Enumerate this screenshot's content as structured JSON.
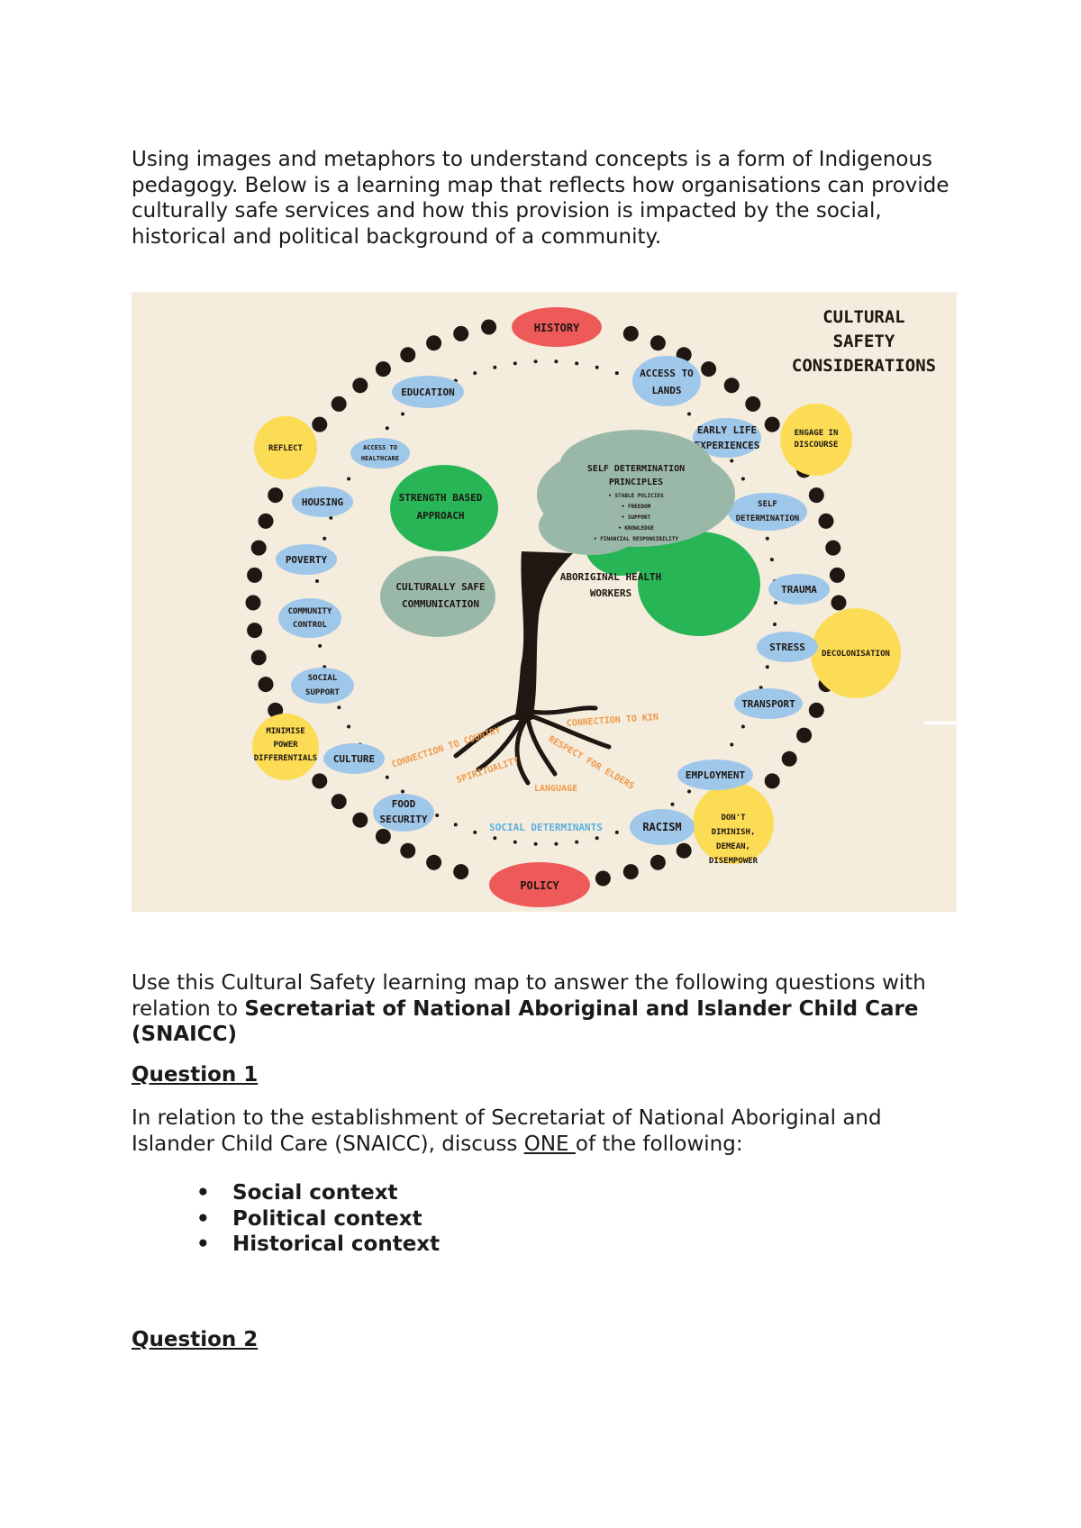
{
  "intro": "Using images and metaphors to understand concepts is a form of Indigenous pedagogy. Below is a learning map that reflects how organisations can provide culturally safe services and how this provision is impacted by the social, historical and political background of a community.",
  "map": {
    "title_lines": [
      "CULTURAL",
      "SAFETY",
      "CONSIDERATIONS"
    ],
    "history": "HISTORY",
    "policy": "POLICY",
    "social_determinants": "SOCIAL DETERMINANTS",
    "blue": {
      "education": "EDUCATION",
      "access_lands_1": "ACCESS TO",
      "access_lands_2": "LANDS",
      "access_health_1": "ACCESS TO",
      "access_health_2": "HEALTHCARE",
      "housing": "HOUSING",
      "poverty": "POVERTY",
      "community_1": "COMMUNITY",
      "community_2": "CONTROL",
      "social_support_1": "SOCIAL",
      "social_support_2": "SUPPORT",
      "culture": "CULTURE",
      "food_1": "FOOD",
      "food_2": "SECURITY",
      "early_1": "EARLY LIFE",
      "early_2": "EXPERIENCES",
      "selfdet_1": "SELF",
      "selfdet_2": "DETERMINATION",
      "trauma": "TRAUMA",
      "stress": "STRESS",
      "transport": "TRANSPORT",
      "employment": "EMPLOYMENT",
      "racism": "RACISM"
    },
    "yellow": {
      "reflect": "REFLECT",
      "engage_1": "ENGAGE IN",
      "engage_2": "DISCOURSE",
      "decolonisation": "DECOLONISATION",
      "minimise_1": "MINIMISE",
      "minimise_2": "POWER",
      "minimise_3": "DIFFERENTIALS",
      "dont_1": "DON'T",
      "dont_2": "DIMINISH,",
      "dont_3": "DEMEAN,",
      "dont_4": "DISEMPOWER"
    },
    "tree": {
      "strength_1": "STRENGTH BASED",
      "strength_2": "APPROACH",
      "selfdet_principles_1": "SELF DETERMINATION",
      "selfdet_principles_2": "PRINCIPLES",
      "principle_items": [
        "STABLE POLICIES",
        "FREEDOM",
        "SUPPORT",
        "KNOWLEDGE",
        "FINANCIAL RESPONSIBILITY"
      ],
      "csc_1": "CULTURALLY SAFE",
      "csc_2": "COMMUNICATION",
      "ahw_1": "ABORIGINAL HEALTH",
      "ahw_2": "WORKERS"
    },
    "roots": {
      "country": "CONNECTION TO COUNTRY",
      "kin": "CONNECTION TO KIN",
      "spirituality": "SPIRITUALITY",
      "elders": "RESPECT FOR ELDERS",
      "language": "LANGUAGE"
    },
    "colors": {
      "background": "#f4ecdc",
      "blue": "#9fc7ea",
      "yellow": "#fddc55",
      "red": "#ee5a5a",
      "green": "#27b556",
      "sage": "#9ab8a8",
      "dot": "#1e1712",
      "root_text": "#ee9a4c",
      "determinants_text": "#5aaee0"
    }
  },
  "ask": {
    "prefix": "Use this Cultural Safety learning map to answer the following questions with relation to ",
    "bold": "Secretariat of National Aboriginal and Islander Child Care (SNAICC)"
  },
  "q1": {
    "heading": "Question 1",
    "body_pre": "In relation to the establishment of Secretariat of National Aboriginal and Islander Child Care (SNAICC), discuss ",
    "body_emph": "ONE ",
    "body_post": "of the following:",
    "items": [
      "Social context",
      "Political context",
      "Historical context"
    ]
  },
  "q2": {
    "heading": "Question 2"
  }
}
